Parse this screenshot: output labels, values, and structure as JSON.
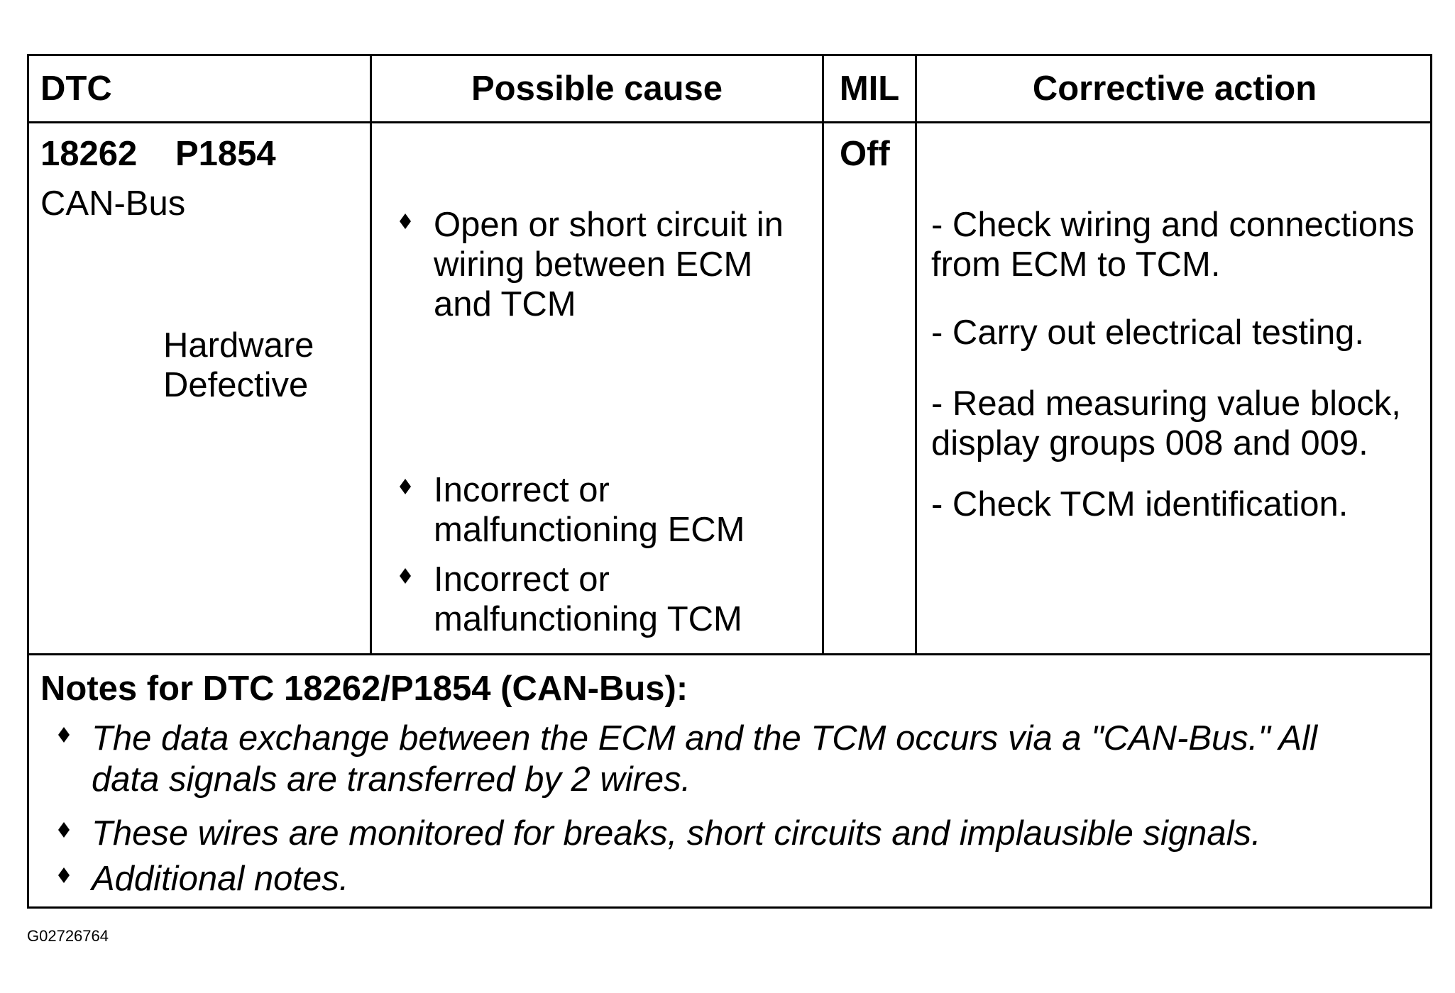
{
  "table": {
    "headers": {
      "dtc": "DTC",
      "possible_cause": "Possible cause",
      "mil": "MIL",
      "corrective_action": "Corrective action"
    },
    "row": {
      "dtc_code": "18262",
      "obd_code": "P1854",
      "system": "CAN-Bus",
      "fault_line1": "Hardware",
      "fault_line2": "Defective",
      "mil": "Off",
      "causes": [
        {
          "lines": [
            "Open or short circuit in",
            "wiring between ECM",
            "and TCM"
          ]
        },
        {
          "lines": [
            "Incorrect or",
            "malfunctioning ECM"
          ]
        },
        {
          "lines": [
            "Incorrect or",
            "malfunctioning TCM"
          ]
        }
      ],
      "actions": [
        {
          "lines": [
            "- Check wiring and connections",
            "from ECM to TCM."
          ]
        },
        {
          "lines": [
            "- Carry out electrical testing."
          ]
        },
        {
          "lines": [
            "- Read measuring value block,",
            "display groups 008 and 009."
          ]
        },
        {
          "lines": [
            "- Check TCM identification."
          ]
        }
      ]
    },
    "notes": {
      "title": "Notes for DTC 18262/P1854 (CAN-Bus):",
      "items": [
        {
          "lines": [
            "The data exchange between the ECM and the TCM occurs via a \"CAN-Bus.\" All",
            "data signals are transferred by 2 wires."
          ]
        },
        {
          "lines": [
            "These wires are monitored for breaks, short circuits and implausible signals."
          ]
        },
        {
          "lines": [
            "Additional notes."
          ]
        }
      ]
    }
  },
  "figure_id": "G02726764"
}
